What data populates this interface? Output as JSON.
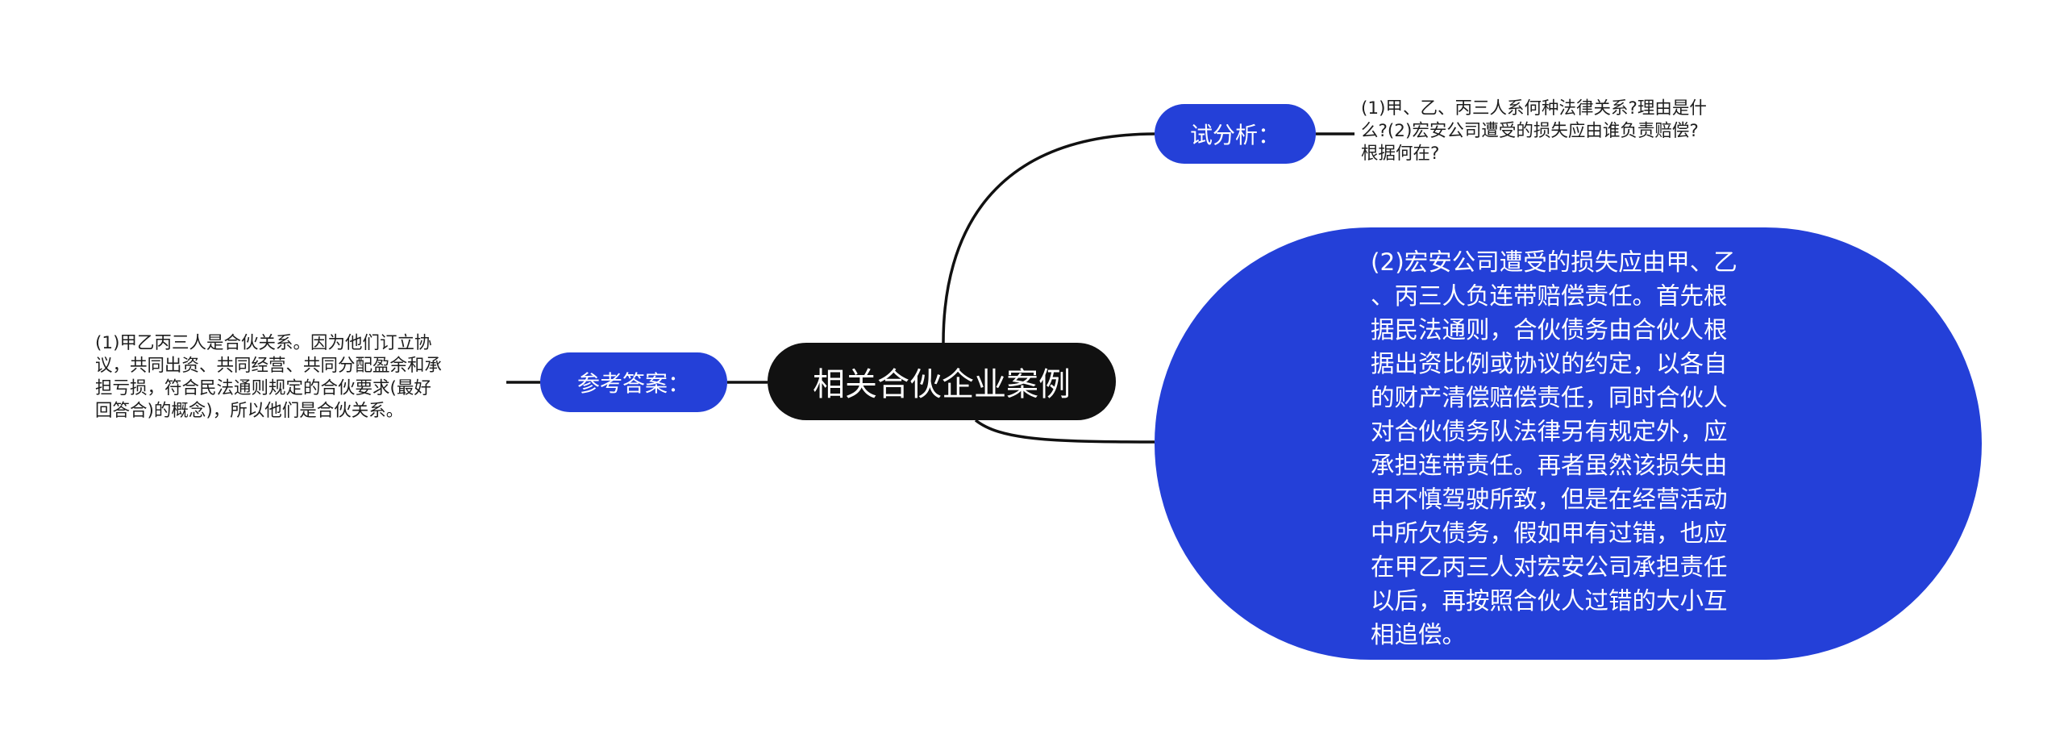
{
  "colors": {
    "background": "#ffffff",
    "root_fill": "#111111",
    "branch_fill": "#2440d8",
    "node_text": "#ffffff",
    "leaf_text": "#1e1e1e",
    "connector": "#111111"
  },
  "mindmap": {
    "root": {
      "label": "相关合伙企业案例"
    },
    "right_branches": [
      {
        "label": "试分析：",
        "child_text": "(1)甲、乙、丙三人系何种法律关系?理由是什\n么?(2)宏安公司遭受的损失应由谁负责赔偿?\n根据何在?"
      }
    ],
    "right_detail_node": {
      "text": "(2)宏安公司遭受的损失应由甲、乙\n、丙三人负连带赔偿责任。首先根\n据民法通则，合伙债务由合伙人根\n据出资比例或协议的约定，以各自\n的财产清偿赔偿责任，同时合伙人\n对合伙债务队法律另有规定外，应\n承担连带责任。再者虽然该损失由\n甲不慎驾驶所致，但是在经营活动\n中所欠债务，假如甲有过错，也应\n在甲乙丙三人对宏安公司承担责任\n以后，再按照合伙人过错的大小互\n相追偿。"
    },
    "left_branches": [
      {
        "label": "参考答案：",
        "child_text": "(1)甲乙丙三人是合伙关系。因为他们订立协\n议，共同出资、共同经营、共同分配盈余和承\n担亏损，符合民法通则规定的合伙要求(最好\n回答合)的概念)，所以他们是合伙关系。"
      }
    ]
  }
}
